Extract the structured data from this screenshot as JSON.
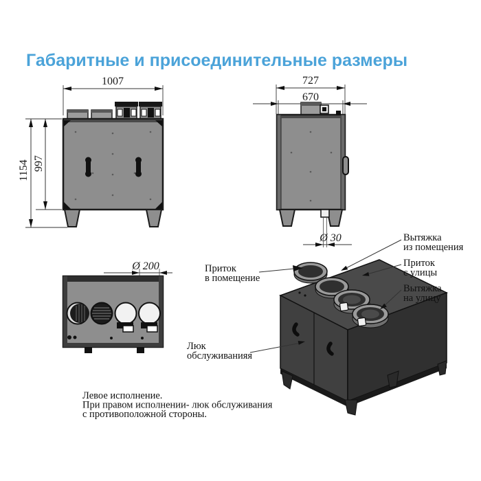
{
  "title": "Габаритные и присоединительные размеры",
  "colors": {
    "title_accent": "#4BA3D9",
    "body_gray": "#8E8E8E",
    "line": "#1b1b1b"
  },
  "front_view": {
    "dim_width": "1007",
    "dim_height_total": "1154",
    "dim_height_body": "997"
  },
  "side_view": {
    "dim_depth_outer": "727",
    "dim_depth_inner": "670",
    "dim_drain": "Ø 30"
  },
  "top_view": {
    "dim_duct": "Ø 200"
  },
  "iso_view": {
    "label_supply_room_1": "Приток",
    "label_supply_room_2": "в помещение",
    "label_extract_room_1": "Вытяжка",
    "label_extract_room_2": "из помещения",
    "label_intake_street_1": "Приток",
    "label_intake_street_2": "с улицы",
    "label_exhaust_street_1": "Вытяжка",
    "label_exhaust_street_2": "на улицу",
    "label_hatch_1": "Люк",
    "label_hatch_2": "обслуживанияя"
  },
  "note": {
    "line1": "Левое исполнение.",
    "line2": "При правом исполнении- люк обслуживания",
    "line3": "с противоположной стороны."
  }
}
